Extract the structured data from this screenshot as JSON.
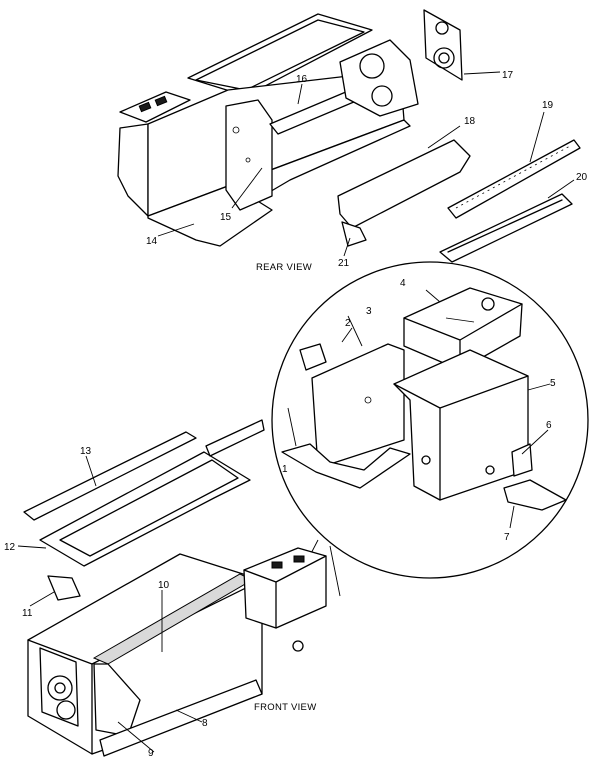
{
  "captions": {
    "rear_view": "REAR VIEW",
    "front_view": "FRONT VIEW"
  },
  "callouts": [
    "1",
    "2",
    "3",
    "4",
    "5",
    "6",
    "7",
    "8",
    "9",
    "10",
    "11",
    "12",
    "13",
    "14",
    "15",
    "16",
    "17",
    "18",
    "19",
    "20",
    "21"
  ]
}
